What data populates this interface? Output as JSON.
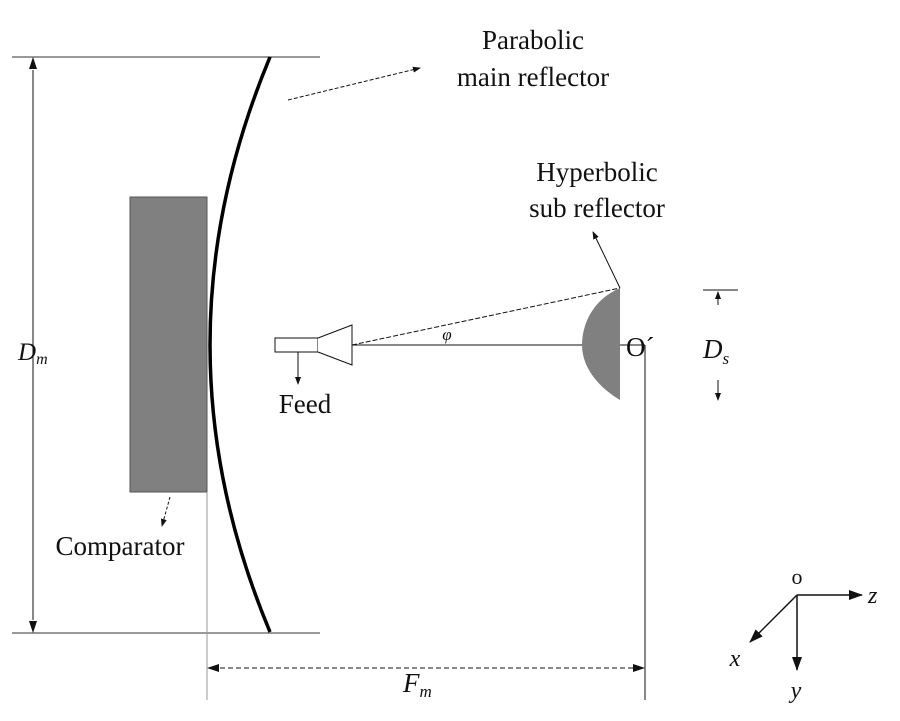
{
  "labels": {
    "main_reflector_line1": "Parabolic",
    "main_reflector_line2": "main reflector",
    "sub_reflector_line1": "Hyperbolic",
    "sub_reflector_line2": "sub reflector",
    "feed": "Feed",
    "comparator": "Comparator",
    "angle": "φ",
    "focus": "O´",
    "main_diameter": "D",
    "main_diameter_sub": "m",
    "sub_diameter": "D",
    "sub_diameter_sub": "s",
    "focal_length": "F",
    "focal_length_sub": "m"
  },
  "axes": {
    "origin": "o",
    "x": "x",
    "y": "y",
    "z": "z"
  },
  "colors": {
    "fill_gray": "#808080",
    "line": "#111111"
  }
}
